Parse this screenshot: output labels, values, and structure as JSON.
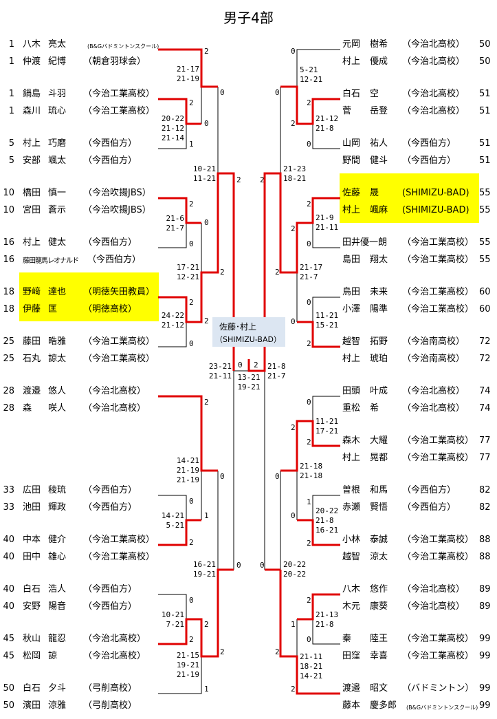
{
  "title": "男子4部",
  "colors": {
    "winner_line": "#e00000",
    "loser_line": "#000000",
    "highlight": "#ffff00",
    "champion_box": "#dce6f2"
  },
  "champion": {
    "names": "佐藤･村上",
    "team": "（SHIMIZU-BAD）"
  },
  "left_pairs": [
    {
      "rows": [
        {
          "seed": "1",
          "family": "八木",
          "given": "亮太",
          "team": "(B&Gバドミントンスクール)",
          "small": true
        },
        {
          "seed": "1",
          "family": "仲渡",
          "given": "紀博",
          "team": "（朝倉羽球会）"
        }
      ]
    },
    {
      "rows": [
        {
          "seed": "1",
          "family": "鍋島",
          "given": "斗羽",
          "team": "（今治工業高校）"
        },
        {
          "seed": "1",
          "family": "森川",
          "given": "琉心",
          "team": "（今治工業高校）"
        }
      ]
    },
    {
      "rows": [
        {
          "seed": "5",
          "family": "村上",
          "given": "巧磨",
          "team": "（今西伯方）"
        },
        {
          "seed": "5",
          "family": "安部",
          "given": "颯太",
          "team": "（今西伯方）"
        }
      ]
    },
    {
      "rows": [
        {
          "seed": "10",
          "family": "橋田",
          "given": "慎一",
          "team": "（今治吹揚JBS）"
        },
        {
          "seed": "10",
          "family": "宮田",
          "given": "蒼示",
          "team": "（今治吹揚JBS）"
        }
      ]
    },
    {
      "rows": [
        {
          "seed": "16",
          "family": "村上",
          "given": "健太",
          "team": "（今西伯方）"
        },
        {
          "seed": "16",
          "family": "藤田龍馬レオナルド",
          "given": "",
          "team": "（今西伯方）",
          "mid": true
        }
      ]
    },
    {
      "highlight": true,
      "rows": [
        {
          "seed": "18",
          "family": "野﨑",
          "given": "達也",
          "team": "（明徳矢田教員）"
        },
        {
          "seed": "18",
          "family": "伊藤",
          "given": "匡",
          "team": "（明徳高校）"
        }
      ]
    },
    {
      "rows": [
        {
          "seed": "25",
          "family": "藤田",
          "given": "晧雅",
          "team": "（今治工業高校）"
        },
        {
          "seed": "25",
          "family": "石丸",
          "given": "諒太",
          "team": "（今治工業高校）"
        }
      ]
    },
    {
      "rows": [
        {
          "seed": "28",
          "family": "渡邉",
          "given": "悠人",
          "team": "（今治北高校）"
        },
        {
          "seed": "28",
          "family": "森",
          "given": "咲人",
          "team": "（今治北高校）"
        }
      ]
    },
    {
      "rows": [
        {
          "seed": "33",
          "family": "広田",
          "given": "稜琉",
          "team": "（今西伯方）"
        },
        {
          "seed": "33",
          "family": "池田",
          "given": "輝政",
          "team": "（今西伯方）"
        }
      ]
    },
    {
      "rows": [
        {
          "seed": "40",
          "family": "中本",
          "given": "健介",
          "team": "（今治工業高校）"
        },
        {
          "seed": "40",
          "family": "田中",
          "given": "雄心",
          "team": "（今治工業高校）"
        }
      ]
    },
    {
      "rows": [
        {
          "seed": "40",
          "family": "白石",
          "given": "浩人",
          "team": "（今西伯方）"
        },
        {
          "seed": "40",
          "family": "安野",
          "given": "陽音",
          "team": "（今西伯方）"
        }
      ]
    },
    {
      "rows": [
        {
          "seed": "45",
          "family": "秋山",
          "given": "龍忍",
          "team": "（今治北高校）"
        },
        {
          "seed": "45",
          "family": "松岡",
          "given": "諒",
          "team": "（今治北高校）"
        }
      ]
    },
    {
      "rows": [
        {
          "seed": "50",
          "family": "白石",
          "given": "夕斗",
          "team": "（弓削高校）"
        },
        {
          "seed": "50",
          "family": "濱田",
          "given": "涼雅",
          "team": "（弓削高校）"
        }
      ]
    }
  ],
  "right_pairs": [
    {
      "rows": [
        {
          "seed": "50",
          "family": "元岡",
          "given": "樹希",
          "team": "（今治北高校）"
        },
        {
          "seed": "50",
          "family": "村上",
          "given": "優成",
          "team": "（今治北高校）"
        }
      ]
    },
    {
      "rows": [
        {
          "seed": "51",
          "family": "白石",
          "given": "空",
          "team": "（今治北高校）"
        },
        {
          "seed": "51",
          "family": "菅",
          "given": "岳登",
          "team": "（今治北高校）"
        }
      ]
    },
    {
      "rows": [
        {
          "seed": "51",
          "family": "山岡",
          "given": "祐人",
          "team": "（今西伯方）"
        },
        {
          "seed": "51",
          "family": "野間",
          "given": "健斗",
          "team": "（今西伯方）"
        }
      ]
    },
    {
      "highlight": true,
      "rows": [
        {
          "seed": "55",
          "family": "佐藤",
          "given": "晟",
          "team": "(SHIMIZU-BAD)"
        },
        {
          "seed": "55",
          "family": "村上",
          "given": "颯麻",
          "team": "(SHIMIZU-BAD)"
        }
      ]
    },
    {
      "rows": [
        {
          "seed": "55",
          "family": "田井優一朗",
          "given": "",
          "team": "（今治工業高校）"
        },
        {
          "seed": "55",
          "family": "島田",
          "given": "翔太",
          "team": "（今治工業高校）"
        }
      ]
    },
    {
      "rows": [
        {
          "seed": "60",
          "family": "鳥田",
          "given": "未来",
          "team": "（今治工業高校）"
        },
        {
          "seed": "60",
          "family": "小澤",
          "given": "陽準",
          "team": "（今治工業高校）"
        }
      ]
    },
    {
      "rows": [
        {
          "seed": "72",
          "family": "越智",
          "given": "拓野",
          "team": "（今治南高校）"
        },
        {
          "seed": "72",
          "family": "村上",
          "given": "琥珀",
          "team": "（今治南高校）"
        }
      ]
    },
    {
      "rows": [
        {
          "seed": "74",
          "family": "田頭",
          "given": "叶成",
          "team": "（今治北高校）"
        },
        {
          "seed": "74",
          "family": "重松",
          "given": "希",
          "team": "（今治北高校）"
        }
      ]
    },
    {
      "rows": [
        {
          "seed": "77",
          "family": "森木",
          "given": "大耀",
          "team": "（今治工業高校）"
        },
        {
          "seed": "77",
          "family": "村上",
          "given": "晃都",
          "team": "（今治工業高校）"
        }
      ]
    },
    {
      "rows": [
        {
          "seed": "82",
          "family": "曽根",
          "given": "和馬",
          "team": "（今西伯方）"
        },
        {
          "seed": "82",
          "family": "赤瀬",
          "given": "賢悟",
          "team": "（今西伯方）"
        }
      ]
    },
    {
      "rows": [
        {
          "seed": "88",
          "family": "小林",
          "given": "泰誠",
          "team": "（今治工業高校）"
        },
        {
          "seed": "88",
          "family": "越智",
          "given": "涼太",
          "team": "（今治工業高校）"
        }
      ]
    },
    {
      "rows": [
        {
          "seed": "89",
          "family": "八木",
          "given": "悠作",
          "team": "（今治北高校）"
        },
        {
          "seed": "89",
          "family": "木元",
          "given": "康葵",
          "team": "（今治北高校）"
        }
      ]
    },
    {
      "rows": [
        {
          "seed": "99",
          "family": "秦",
          "given": "陸王",
          "team": "（今治工業高校）"
        },
        {
          "seed": "99",
          "family": "田窪",
          "given": "幸喜",
          "team": "（今治工業高校）"
        }
      ]
    },
    {
      "rows": [
        {
          "seed": "99",
          "family": "渡邉",
          "given": "昭文",
          "team": "（バドミントン）"
        },
        {
          "seed": "99",
          "family": "藤本",
          "given": "慶多郎",
          "team": "(B&Gバドミントンスクール)",
          "small": true
        }
      ]
    }
  ],
  "matches": {
    "L1": {
      "top": "2",
      "bottom": "1",
      "scores": [
        "20-22",
        "21-12",
        "21-14"
      ]
    },
    "L2": {
      "top": "2",
      "bottom": "0",
      "scores": [
        "21-17",
        "21-19"
      ]
    },
    "L3": {
      "top": "2",
      "bottom": "0",
      "scores": [
        "21-6",
        "21-7"
      ]
    },
    "L4": {
      "top": "2",
      "bottom": "0",
      "scores": [
        "24-22",
        "21-12"
      ]
    },
    "L5": {
      "top": "0",
      "bottom": "2",
      "scores": [
        "17-21",
        "12-21"
      ]
    },
    "L6": {
      "top": "0",
      "bottom": "2",
      "scores": [
        "10-21",
        "11-21"
      ]
    },
    "L7": {
      "top": "0",
      "bottom": "2",
      "scores": [
        "14-21",
        "5-21"
      ]
    },
    "L8": {
      "top": "2",
      "bottom": "1",
      "scores": [
        "14-21",
        "21-19",
        "21-19"
      ]
    },
    "L9": {
      "top": "0",
      "bottom": "2",
      "scores": [
        "10-21",
        "7-21"
      ]
    },
    "L10": {
      "top": "2",
      "bottom": "1",
      "scores": [
        "21-15",
        "19-21",
        "21-19"
      ]
    },
    "L11": {
      "top": "0",
      "bottom": "2",
      "scores": [
        "16-21",
        "19-21"
      ]
    },
    "LS": {
      "top": "2",
      "bottom": "0",
      "scores": [
        "23-21",
        "21-11"
      ]
    },
    "F": {
      "top": "0",
      "bottom": "2",
      "scores": [
        "13-21",
        "19-21"
      ]
    },
    "RS": {
      "top": "2",
      "bottom": "0",
      "scores": [
        "21-8",
        "21-7"
      ]
    },
    "R1": {
      "top": "2",
      "bottom": "0",
      "scores": [
        "21-12",
        "21-8"
      ]
    },
    "R2": {
      "top": "0",
      "bottom": "2",
      "scores": [
        "5-21",
        "12-21"
      ]
    },
    "R3": {
      "top": "2",
      "bottom": "0",
      "scores": [
        "21-9",
        "21-11"
      ]
    },
    "R4": {
      "top": "0",
      "bottom": "2",
      "scores": [
        "11-21",
        "15-21"
      ]
    },
    "R5": {
      "top": "2",
      "bottom": "0",
      "scores": [
        "21-17",
        "21-7"
      ]
    },
    "R6": {
      "top": "0",
      "bottom": "2",
      "scores": [
        "21-23",
        "18-21"
      ]
    },
    "R7": {
      "top": "0",
      "bottom": "2",
      "scores": [
        "11-21",
        "17-21"
      ]
    },
    "R8": {
      "top": "1",
      "bottom": "2",
      "scores": [
        "20-22",
        "21-8",
        "16-21"
      ]
    },
    "R9": {
      "top": "2",
      "bottom": "0",
      "scores": [
        "21-18",
        "21-18"
      ]
    },
    "R10": {
      "top": "2",
      "bottom": "0",
      "scores": [
        "21-13",
        "21-8"
      ]
    },
    "R11": {
      "top": "1",
      "bottom": "2",
      "scores": [
        "21-11",
        "18-21",
        "14-21"
      ]
    },
    "R12": {
      "top": "0",
      "bottom": "2",
      "scores": [
        "20-22",
        "20-22"
      ]
    }
  }
}
